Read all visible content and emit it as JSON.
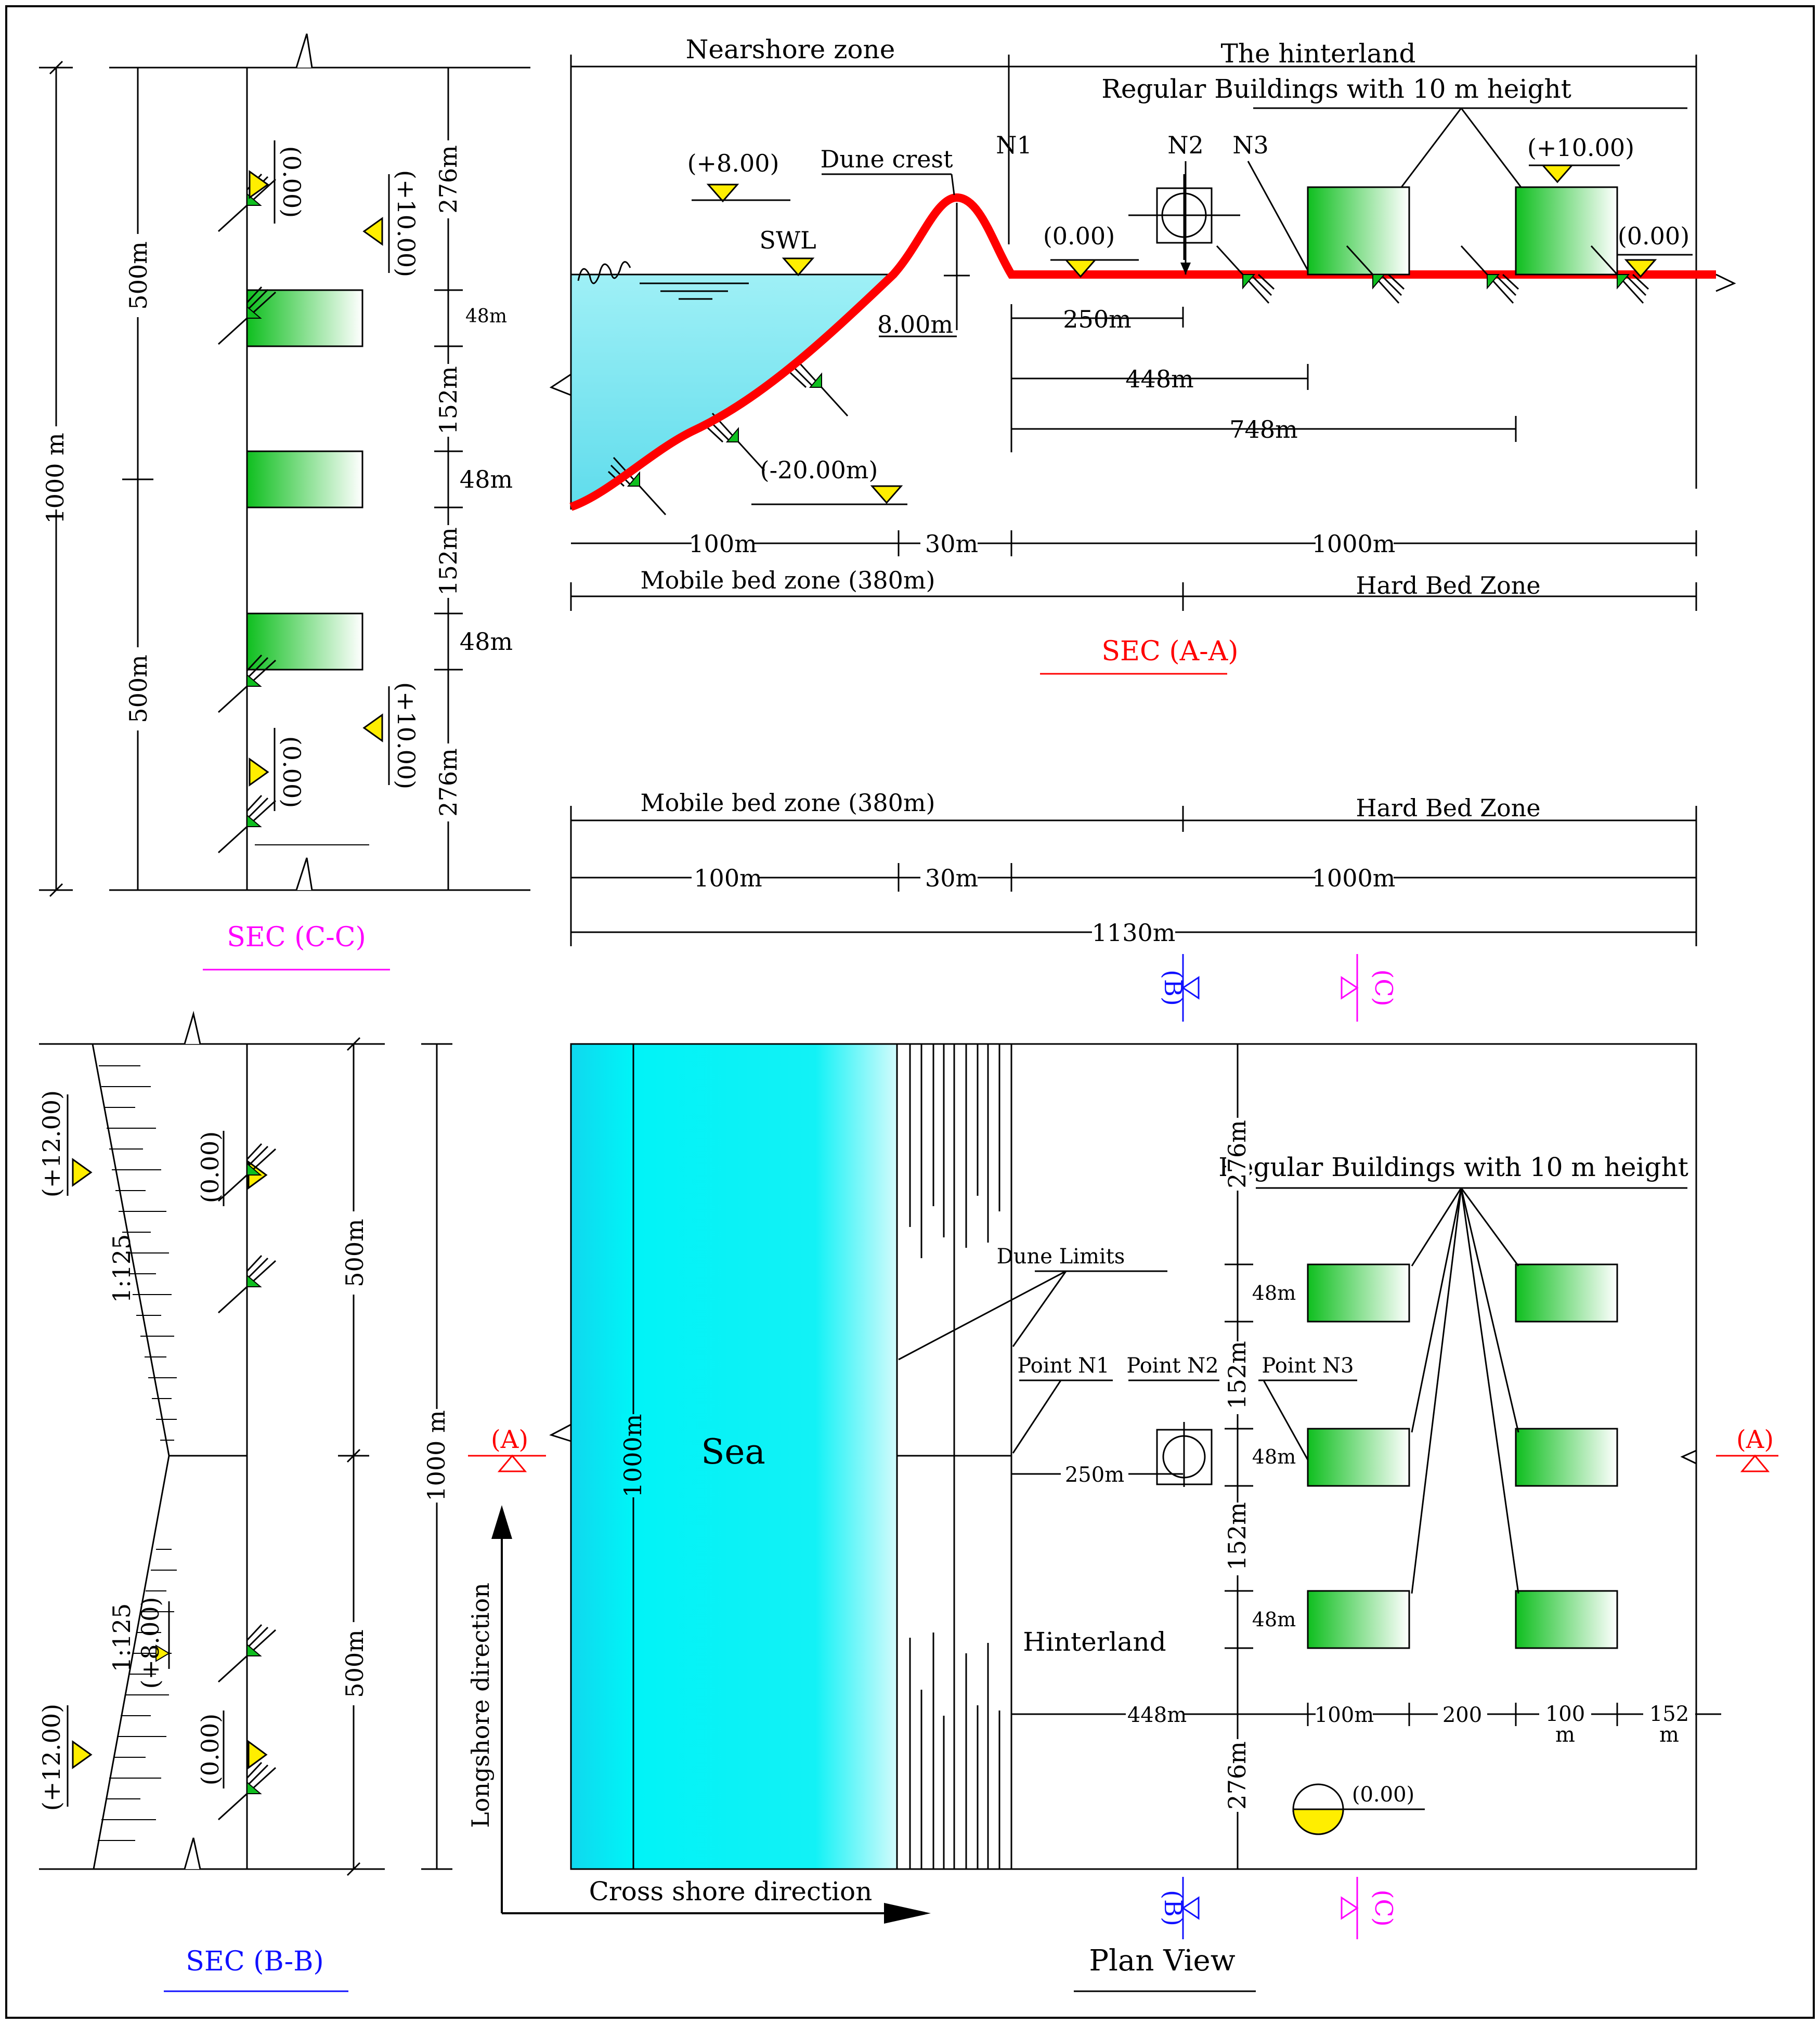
{
  "colors": {
    "profile_red": "#ff0000",
    "sea_cyan": "#00f0f5",
    "building_green": "#0fbf1f",
    "marker_yellow": "#ffee00",
    "sec_a_red": "#ff0000",
    "sec_b_blue": "#1010ff",
    "sec_c_magenta": "#ff00ff"
  },
  "sec_aa": {
    "title": "SEC (A-A)",
    "nearshore_zone": "Nearshore zone",
    "hinterland": "The hinterland",
    "buildings_label": "Regular Buildings with 10 m height",
    "dune_crest": "Dune crest",
    "swl": "SWL",
    "n1": "N1",
    "n2": "N2",
    "n3": "N3",
    "lvl_dune": "(+8.00)",
    "lvl_zero_a": "(0.00)",
    "lvl_zero_b": "(0.00)",
    "lvl_bldg": "(+10.00)",
    "lvl_bottom": "(-20.00m)",
    "dune_height": "8.00m",
    "d250": "250m",
    "d448": "448m",
    "d748": "748m",
    "d100": "100m",
    "d30": "30m",
    "d1000": "1000m",
    "mobile_bed": "Mobile bed zone (380m)",
    "hard_bed": "Hard Bed Zone"
  },
  "middle_dims": {
    "mobile_bed": "Mobile bed zone (380m)",
    "hard_bed": "Hard Bed Zone",
    "d100": "100m",
    "d30": "30m",
    "d1000": "1000m",
    "d1130": "1130m"
  },
  "sec_cc": {
    "title": "SEC (C-C)",
    "d1000": "1000 m",
    "d500_top": "500m",
    "d500_bot": "500m",
    "d276_top": "276m",
    "d48_1": "48m",
    "d152_1": "152m",
    "d48_2": "48m",
    "d152_2": "152m",
    "d48_3": "48m",
    "d276_bot": "276m",
    "lvl_zero_top": "(0.00)",
    "lvl_bldg_top": "(+10.00)",
    "lvl_bldg_bot": "(+10.00)",
    "lvl_zero_bot": "(0.00)"
  },
  "sec_bb": {
    "title": "SEC (B-B)",
    "d1000": "1000 m",
    "d500_top": "500m",
    "d500_bot": "500m",
    "slope_top": "1:125",
    "slope_bot": "1:125",
    "lvl_12_top": "(+12.00)",
    "lvl_12_bot": "(+12.00)",
    "lvl_8": "(+8.00)",
    "lvl_zero_top": "(0.00)",
    "lvl_zero_bot": "(0.00)"
  },
  "plan_view": {
    "title": "Plan View",
    "sea": "Sea",
    "sea_length": "1000m",
    "dune_limits": "Dune Limits",
    "point_n1": "Point N1",
    "point_n2": "Point N2",
    "point_n3": "Point N3",
    "buildings_label": "Regular Buildings with 10 m height",
    "hinterland": "Hinterland",
    "longshore": "Longshore direction",
    "cross_shore": "Cross shore direction",
    "d276_top": "276m",
    "d48_1": "48m",
    "d152_1": "152m",
    "d48_2": "48m",
    "d152_2": "152m",
    "d48_3": "48m",
    "d276_bot": "276m",
    "d250": "250m",
    "d448": "448m",
    "d100a": "100m",
    "d200": "200",
    "d100b": "100",
    "d100b_unit": "m",
    "d152": "152",
    "d152_unit": "m",
    "lvl_zero": "(0.00)",
    "cut_a": "(A)",
    "cut_b": "(B)",
    "cut_c": "(C)"
  }
}
